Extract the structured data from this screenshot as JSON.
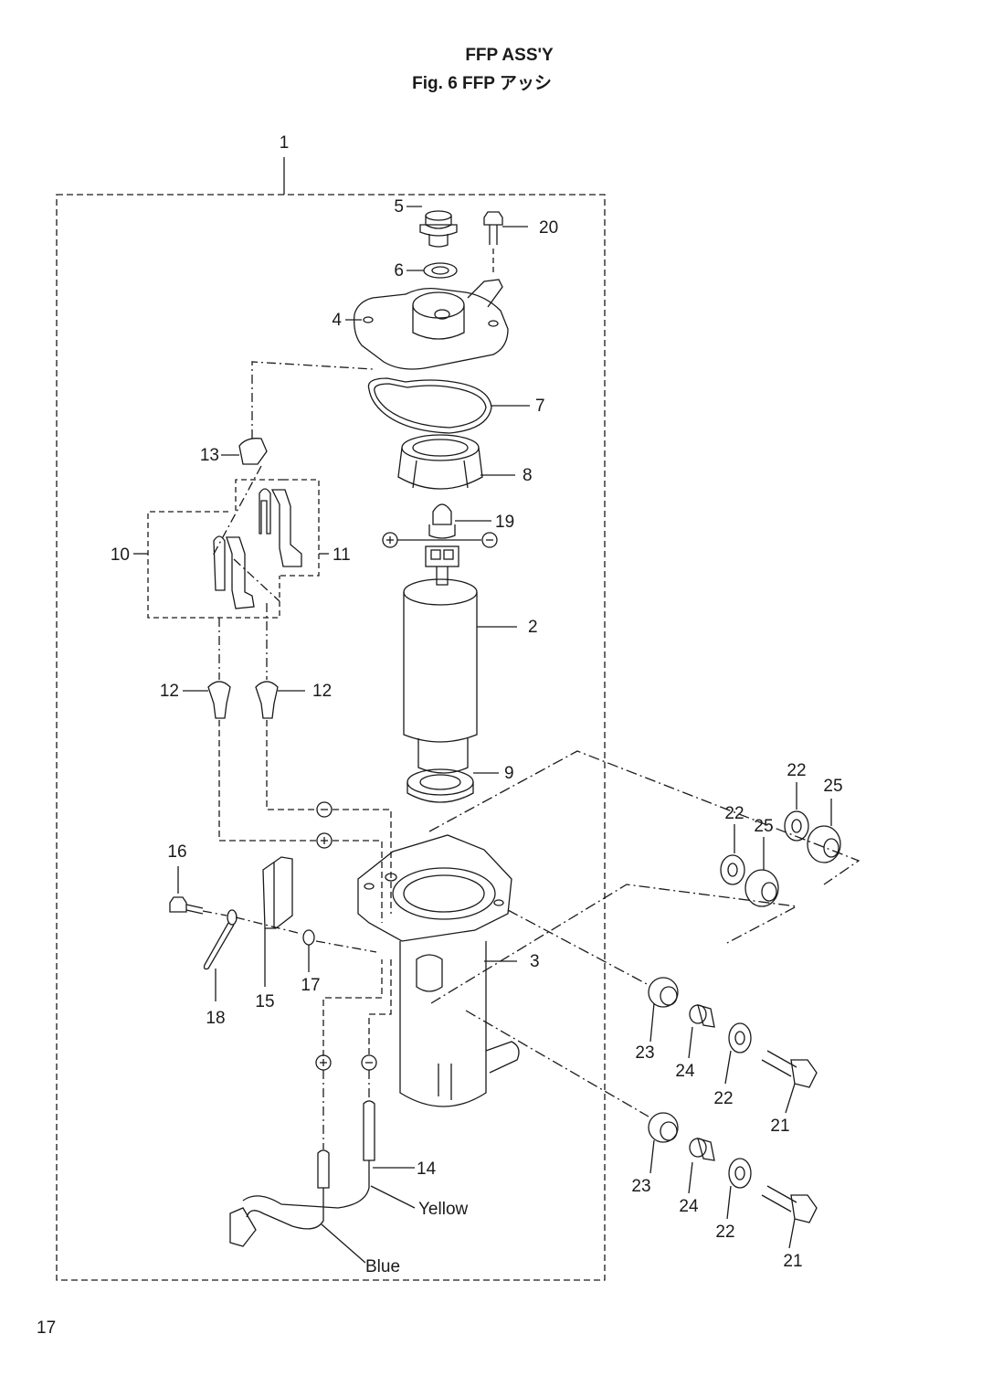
{
  "header": {
    "title_en": "FFP ASS'Y",
    "title_fig": "Fig. 6   FFP アッシ"
  },
  "labels": {
    "n1": "1",
    "n2": "2",
    "n3": "3",
    "n4": "4",
    "n5": "5",
    "n6": "6",
    "n7": "7",
    "n8": "8",
    "n9": "9",
    "n10": "10",
    "n11": "11",
    "n12": "12",
    "n13": "13",
    "n14": "14",
    "n15": "15",
    "n16": "16",
    "n17": "17",
    "n18": "18",
    "n19": "19",
    "n20": "20",
    "n21": "21",
    "n22": "22",
    "n23": "23",
    "n24": "24",
    "n25": "25",
    "yellow": "Yellow",
    "blue": "Blue"
  },
  "footer": {
    "page_number": "17"
  }
}
